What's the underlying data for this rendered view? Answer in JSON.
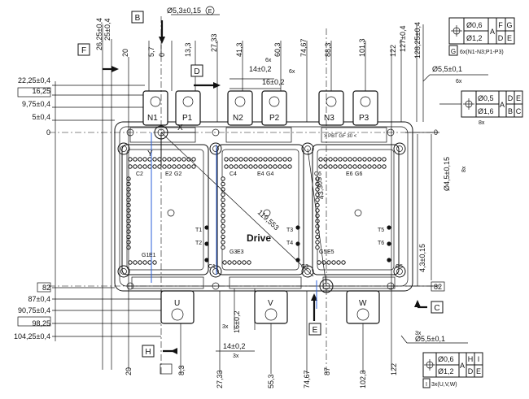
{
  "top_dims": [
    "26,25±0,4",
    "25±0,4",
    "20",
    "5,7",
    "0",
    "13,3",
    "27,33",
    "41,3",
    "60,3",
    "74,67",
    "88,3",
    "101,3",
    "122",
    "127±0,4",
    "128,25±0,4"
  ],
  "bottom_dims": [
    "20",
    "8,3",
    "27,33",
    "55,3",
    "74,67",
    "87",
    "102,3",
    "122"
  ],
  "left_dims": [
    "22,25±0,4",
    "16,25",
    "9,75±0,4",
    "5±0,4",
    "0",
    "82",
    "87±0,4",
    "90,75±0,4",
    "98,25",
    "104,25±0,4"
  ],
  "right_dims": [
    "0",
    "Ø4,5±0,15",
    "8x",
    "4,3±0,15",
    "82"
  ],
  "datum_labels": {
    "B": "B",
    "F": "F",
    "D": "D",
    "C": "C",
    "E": "E",
    "H": "H",
    "G": "G"
  },
  "hole_top": {
    "dia": "Ø5,3±0,15",
    "mod": "E"
  },
  "pitch_top": {
    "count": "6x",
    "d1": "14±0,2",
    "d1_count": "6x",
    "d2": "16±0,2"
  },
  "pitch_bottom": {
    "count": "3x",
    "d1": "16±0,2",
    "d2": "14±0,2",
    "d2_count": "3x"
  },
  "hole_fivefive_top": {
    "dia": "Ø5,5±0,1",
    "count": "6x"
  },
  "hole_fivefive_bottom": {
    "dia": "Ø5,5±0,1",
    "count": "3x"
  },
  "fcf_top_right": {
    "tol1": "Ø0,6",
    "tol2": "Ø1,2",
    "mod": "A",
    "d1": "F",
    "d2": "G",
    "d3": "D",
    "d4": "E",
    "note": "6x(N1-N3;P1-P3)"
  },
  "fcf_mid_right": {
    "tol1": "Ø0,5",
    "tol2": "Ø1,6",
    "mod": "A",
    "d1": "D",
    "d2": "E",
    "d3": "B",
    "d4": "C",
    "count": "8x"
  },
  "fcf_bottom_right": {
    "tol1": "Ø0,6",
    "tol2": "Ø1,2",
    "mod": "A",
    "d1": "H",
    "d2": "I",
    "d3": "D",
    "d4": "E",
    "note": "3x(U,V,W)",
    "icon": "I"
  },
  "terminals_top": [
    "N1",
    "P1",
    "N2",
    "P2",
    "N3",
    "P3"
  ],
  "terminals_bottom": [
    "U",
    "V",
    "W"
  ],
  "pin_labels": [
    "C2",
    "E2",
    "G2",
    "C4",
    "E4",
    "G4",
    "C6",
    "E6",
    "G6",
    "T1",
    "T2",
    "G1",
    "E1",
    "C1",
    "G3",
    "E3",
    "C3",
    "T3",
    "T4",
    "G5",
    "E5",
    "C5",
    "T5",
    "T6"
  ],
  "axis": {
    "x": "X",
    "y": "Y"
  },
  "diag": {
    "d1": "119,553",
    "d2": "43,305",
    "deg": "°"
  },
  "drive_label": "Drive",
  "pcb_note": "> PBT GF 30 <"
}
